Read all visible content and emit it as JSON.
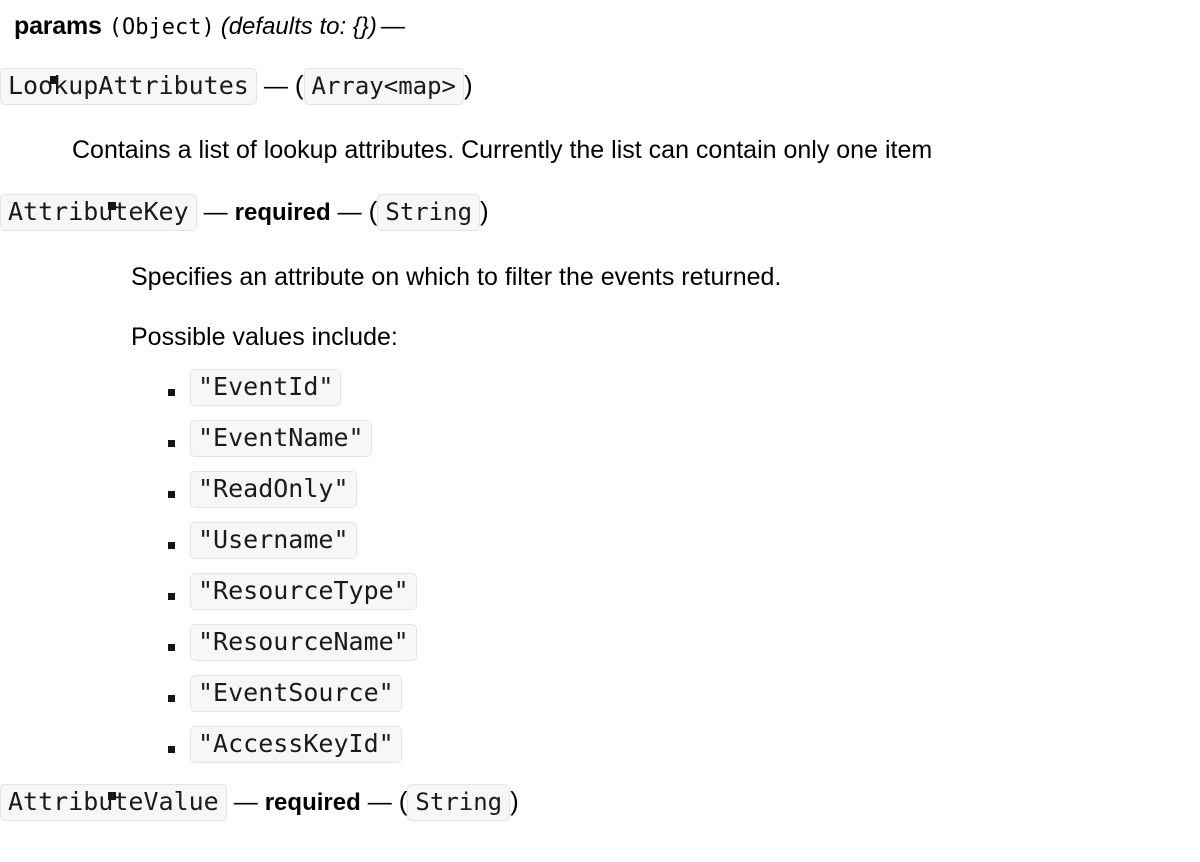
{
  "param": {
    "name": "params",
    "type": "(Object)",
    "default": "(defaults to: {})",
    "dash": "—"
  },
  "symbols": {
    "em_dash": "—",
    "open_paren": "(",
    "close_paren": ")"
  },
  "lookup_attributes": {
    "name": "LookupAttributes",
    "type": "Array<map>",
    "description": "Contains a list of lookup attributes. Currently the list can contain only one item"
  },
  "attribute_key": {
    "name": "AttributeKey",
    "required_label": "required",
    "type": "String",
    "description": "Specifies an attribute on which to filter the events returned.",
    "values_intro": "Possible values include:",
    "possible_values": [
      "\"EventId\"",
      "\"EventName\"",
      "\"ReadOnly\"",
      "\"Username\"",
      "\"ResourceType\"",
      "\"ResourceName\"",
      "\"EventSource\"",
      "\"AccessKeyId\""
    ]
  },
  "attribute_value": {
    "name": "AttributeValue",
    "required_label": "required",
    "type": "String"
  }
}
